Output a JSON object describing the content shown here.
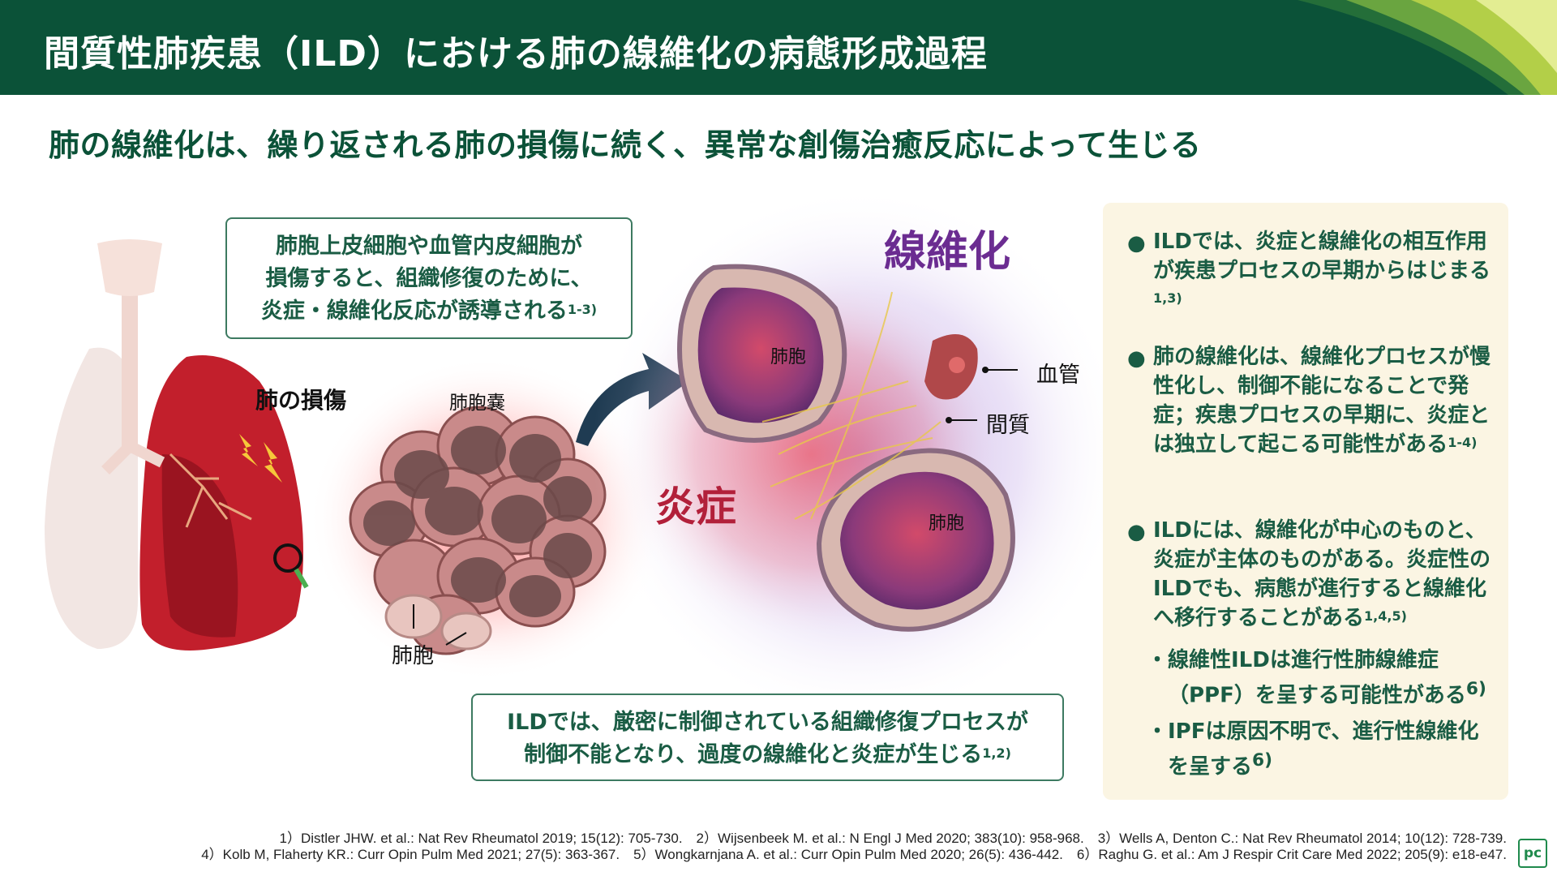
{
  "header": {
    "title": "間質性肺疾患（ILD）における肺の線維化の病態形成過程"
  },
  "subtitle": "肺の線維化は、繰り返される肺の損傷に続く、異常な創傷治癒反応によって生じる",
  "callout_top": {
    "line1": "肺胞上皮細胞や血管内皮細胞が",
    "line2": "損傷すると、組織修復のために、",
    "line3": "炎症・線維化反応が誘導される",
    "ref": "1-3)"
  },
  "callout_bottom": {
    "line1": "ILDでは、厳密に制御されている組織修復プロセスが",
    "line2": "制御不能となり、過度の線維化と炎症が生じる",
    "ref": "1,2)"
  },
  "illustration": {
    "lung_injury_label": "肺の損傷",
    "alveolar_sac_label": "肺胞嚢",
    "alveolus_label_left": "肺胞",
    "fibrosis_label": "線維化",
    "inflammation_label": "炎症",
    "alveolus_label_top": "肺胞",
    "alveolus_label_bottom": "肺胞",
    "blood_vessel_label": "血管",
    "interstitium_label": "間質"
  },
  "right_panel": {
    "bullet_dot": "●",
    "sub_dot": "・",
    "bullets": [
      {
        "text": "ILDでは、炎症と線維化の相互作用が疾患プロセスの早期からはじまる",
        "ref": "1,3)"
      },
      {
        "text": "肺の線維化は、線維化プロセスが慢性化し、制御不能になることで発症；疾患プロセスの早期に、炎症とは独立して起こる可能性がある",
        "ref": "1-4)"
      },
      {
        "text": "ILDには、線維化が中心のものと、炎症が主体のものがある。炎症性のILDでも、病態が進行すると線維化へ移行することがある",
        "ref": "1,4,5)"
      }
    ],
    "sub_bullets": [
      {
        "text": "線維性ILDは進行性肺線維症（PPF）を呈する可能性がある",
        "ref": "6)"
      },
      {
        "text": "IPFは原因不明で、進行性線維化を呈する",
        "ref": "6)"
      }
    ]
  },
  "references": {
    "line1": "1）Distler JHW. et al.: Nat Rev Rheumatol 2019; 15(12): 705-730.　2）Wijsenbeek M. et al.: N Engl J Med 2020; 383(10): 958-968.　3）Wells A, Denton C.: Nat Rev Rheumatol 2014; 10(12): 728-739.",
    "line2": "4）Kolb M, Flaherty KR.: Curr Opin Pulm Med 2021; 27(5): 363-367.　5）Wongkarnjana A. et al.: Curr Opin Pulm Med 2020; 26(5): 436-442.　6）Raghu G. et al.: Am J Respir Crit Care Med 2022; 205(9): e18-e47."
  },
  "logo": "pc",
  "colors": {
    "header_bg": "#0b5238",
    "accent_green": "#1a5c44",
    "fibrosis_purple": "#6b2c91",
    "inflammation_red": "#b2203a",
    "panel_bg": "#fbf5e3"
  }
}
